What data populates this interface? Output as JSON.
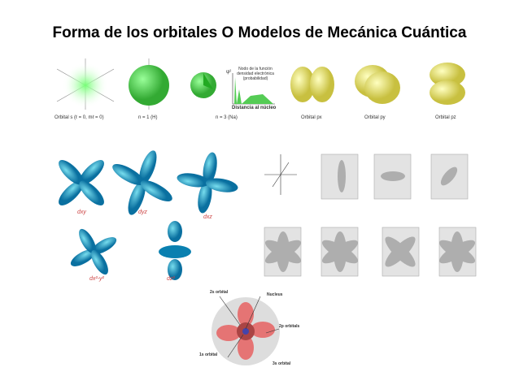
{
  "title": "Forma de los orbitales O Modelos de Mecánica Cuántica",
  "s_orbitals": {
    "labels": [
      "Orbital s (ℓ = 0, mℓ = 0)",
      "n = 1 (H)",
      "n = 3 (Na)"
    ],
    "node_note": "Nodo de la función densidad electrónica (probabilidad)",
    "psi": "ψ²",
    "distance": "Distancia al núcleo"
  },
  "p_orbitals": {
    "labels": [
      "Orbital px",
      "Orbital py",
      "Orbital pz"
    ]
  },
  "d_orbitals": {
    "labels": [
      "dxy",
      "dyz",
      "dxz",
      "dx²-y²",
      "dz²"
    ]
  },
  "atom": {
    "labels": [
      "2s orbital",
      "Nucleus",
      "2p orbitals",
      "1s orbital",
      "3s orbital"
    ]
  },
  "colors": {
    "s": "#66dd66",
    "p": "#e8e070",
    "d": "#1ea0c8",
    "atom": "#e85a5a"
  }
}
